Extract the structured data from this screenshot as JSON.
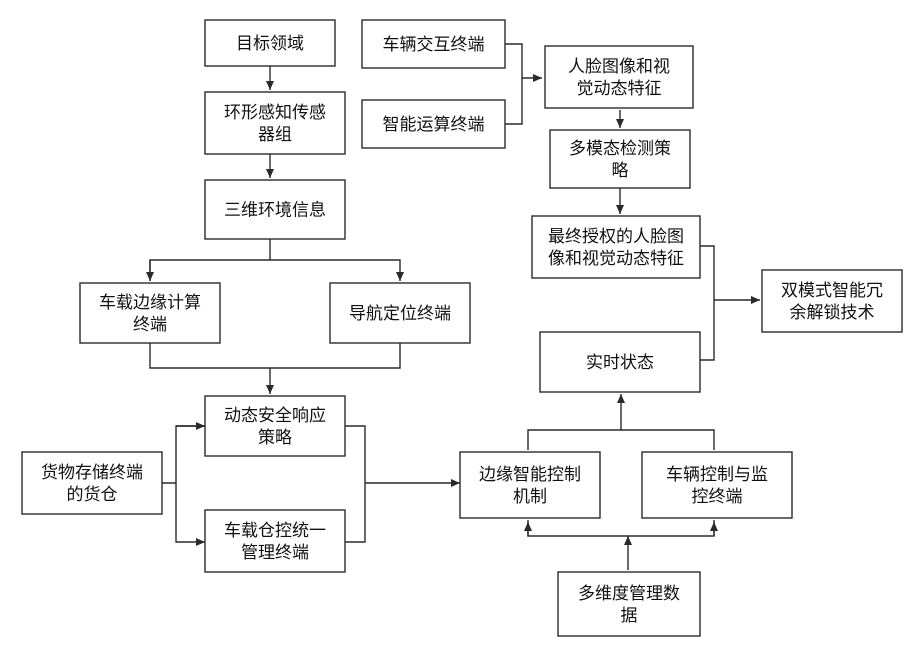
{
  "nodes": {
    "target_area": {
      "lines": [
        "目标领域"
      ]
    },
    "ring_sensors": {
      "lines": [
        "环形感知传感",
        "器组"
      ]
    },
    "env_3d": {
      "lines": [
        "三维环境信息"
      ]
    },
    "edge_terminal": {
      "lines": [
        "车载边缘计算",
        "终端"
      ]
    },
    "nav_terminal": {
      "lines": [
        "导航定位终端"
      ]
    },
    "dyn_safety": {
      "lines": [
        "动态安全响应",
        "策略"
      ]
    },
    "cargo_storage": {
      "lines": [
        "货物存储终端",
        "的货仓"
      ]
    },
    "cabin_mgmt": {
      "lines": [
        "车载仓控统一",
        "管理终端"
      ]
    },
    "vehicle_interact": {
      "lines": [
        "车辆交互终端"
      ]
    },
    "smart_compute": {
      "lines": [
        "智能运算终端"
      ]
    },
    "face_feature": {
      "lines": [
        "人脸图像和视",
        "觉动态特征"
      ]
    },
    "multimodal": {
      "lines": [
        "多模态检测策",
        "略"
      ]
    },
    "final_auth": {
      "lines": [
        "最终授权的人脸图",
        "像和视觉动态特征"
      ]
    },
    "dual_unlock": {
      "lines": [
        "双模式智能冗",
        "余解锁技术"
      ]
    },
    "realtime": {
      "lines": [
        "实时状态"
      ]
    },
    "edge_control": {
      "lines": [
        "边缘智能控制",
        "机制"
      ]
    },
    "vehicle_control": {
      "lines": [
        "车辆控制与监",
        "控终端"
      ]
    },
    "multi_dim_data": {
      "lines": [
        "多维度管理数",
        "据"
      ]
    }
  }
}
